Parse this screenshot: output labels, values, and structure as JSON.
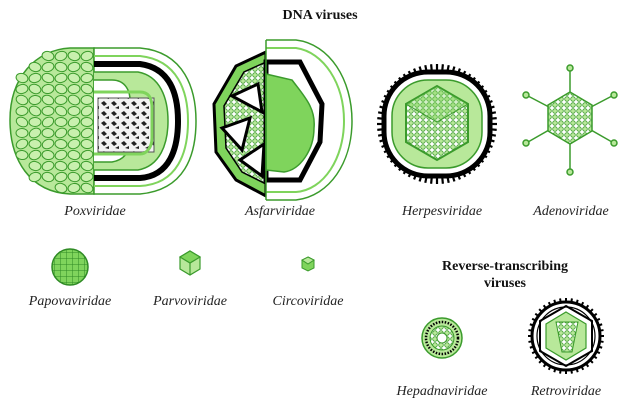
{
  "headings": {
    "dna": "DNA viruses",
    "rt_line1": "Reverse-transcribing",
    "rt_line2": "viruses"
  },
  "families": [
    {
      "label": "Poxviridae",
      "icon": "poxvirus-icon"
    },
    {
      "label": "Asfarviridae",
      "icon": "asfarvirus-icon"
    },
    {
      "label": "Herpesviridae",
      "icon": "herpesvirus-icon"
    },
    {
      "label": "Adenoviridae",
      "icon": "adenovirus-icon"
    },
    {
      "label": "Papovaviridae",
      "icon": "papovavirus-icon"
    },
    {
      "label": "Parvoviridae",
      "icon": "parvovirus-icon"
    },
    {
      "label": "Circoviridae",
      "icon": "circovirus-icon"
    },
    {
      "label": "Hepadnaviridae",
      "icon": "hepadnavirus-icon"
    },
    {
      "label": "Retroviridae",
      "icon": "retrovirus-icon"
    }
  ],
  "colors": {
    "green_light": "#b8e89a",
    "green": "#7fd45c",
    "green_dark": "#3b9b2c",
    "black": "#000000"
  }
}
